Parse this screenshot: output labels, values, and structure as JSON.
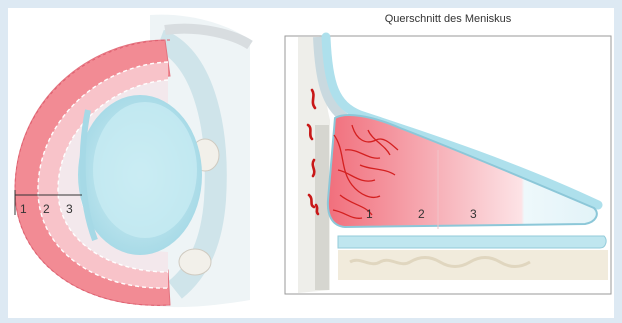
{
  "left_figure": {
    "zone_labels": [
      "1",
      "2",
      "3"
    ]
  },
  "right_figure": {
    "title": "Querschnitt des Meniskus",
    "zone_labels": [
      "1",
      "2",
      "3"
    ]
  },
  "colors": {
    "background": "#dde9f3",
    "red_zone": "#f28b94",
    "pink_zone": "#f7c6cb",
    "cartilage": "#bfe6ef",
    "vessels": "#d42020"
  }
}
